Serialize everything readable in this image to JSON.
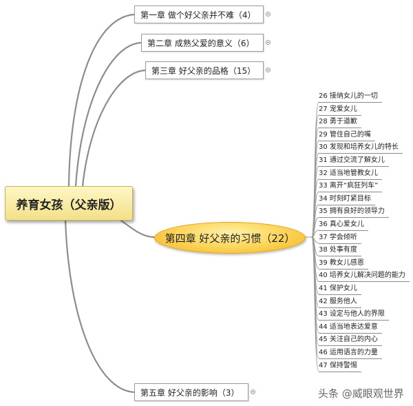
{
  "root": {
    "label": "养育女孩（父亲版）"
  },
  "chapters": [
    {
      "label": "第一章  做个好父亲并不难（4）"
    },
    {
      "label": "第二章  成熟父爱的意义（6）"
    },
    {
      "label": "第三章  好父亲的品格（15）"
    },
    {
      "label": "第四章  好父亲的习惯（22）"
    },
    {
      "label": "第五章  好父亲的影响（3）"
    }
  ],
  "habits": [
    "26 接纳女儿的一切",
    "27 宠爱女儿",
    "28 勇于道歉",
    "29 管住自己的嘴",
    "30 发现和培养女儿的特长",
    "31 通过交流了解女儿",
    "32 适当地管教女儿",
    "33 离开“疯狂列车”",
    "34 时刻盯紧目标",
    "35 拥有良好的领导力",
    "36 真心爱女儿",
    "37 学会倾听",
    "38 处事有度",
    "39 教女儿感恩",
    "40 培养女儿解决问题的能力",
    "41 保护女儿",
    "42 服务他人",
    "43 设定与他人的界限",
    "44 适当地表达爱意",
    "45 关注自己的内心",
    "46 运用语言的力量",
    "47 保持警惕"
  ],
  "watermark": "头条 @威眼观世界",
  "colors": {
    "branch": "#8c8c8c",
    "root_fill": "#f6e49a",
    "focus_fill": "#fbd255"
  }
}
